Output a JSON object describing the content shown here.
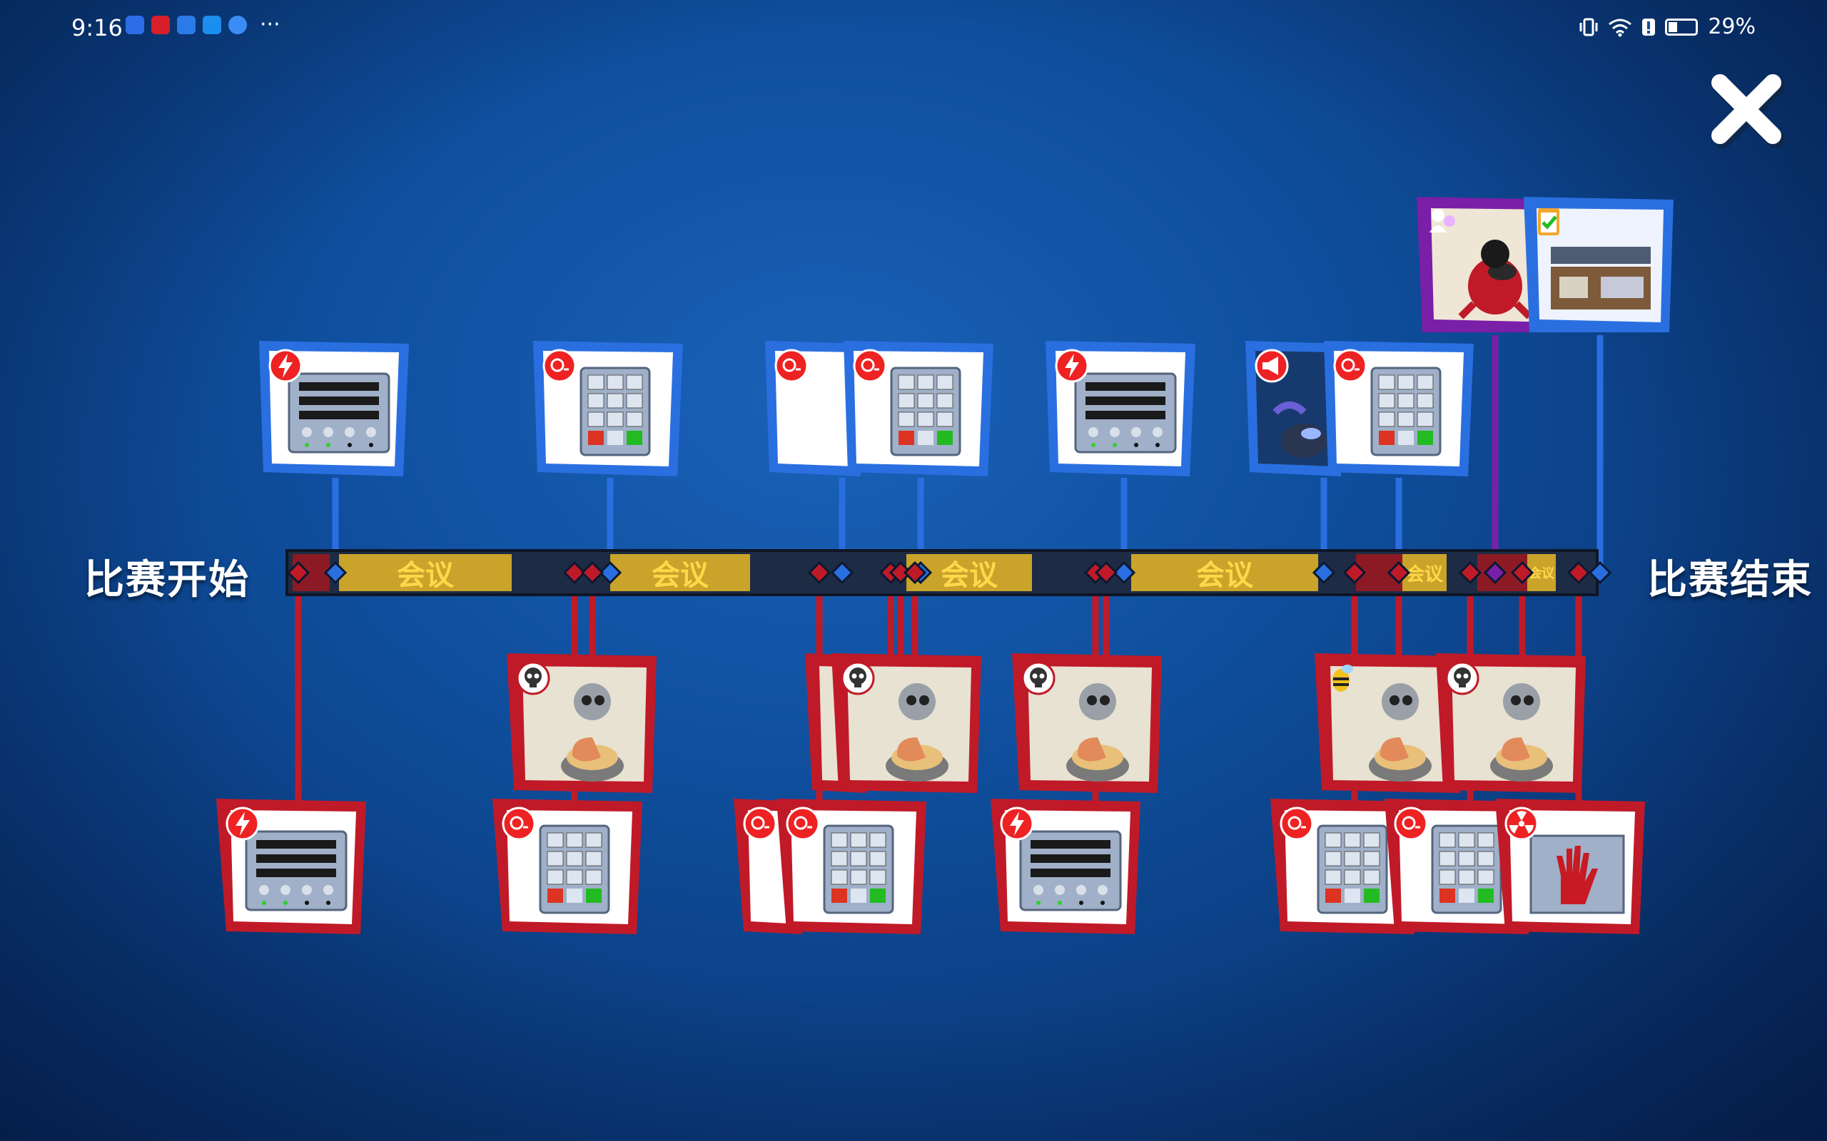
{
  "status_bar": {
    "time": "9:16",
    "battery": "29%",
    "more": "···"
  },
  "labels": {
    "start": "比赛开始",
    "end": "比赛结束"
  },
  "meeting": {
    "label": "会议"
  },
  "timeline": {
    "blue_cards": [
      {
        "type": "power",
        "icon": "lightning-icon",
        "task": "electrical-panel"
      },
      {
        "type": "o2",
        "icon": "o2-icon",
        "task": "keypad"
      },
      {
        "type": "o2",
        "icon": "o2-icon",
        "task": "keypad"
      },
      {
        "type": "o2",
        "icon": "o2-icon",
        "task": "keypad"
      },
      {
        "type": "power",
        "icon": "lightning-icon",
        "task": "electrical-panel"
      },
      {
        "type": "report",
        "icon": "megaphone-icon",
        "task": "report-body"
      },
      {
        "type": "o2",
        "icon": "o2-icon",
        "task": "keypad"
      },
      {
        "type": "vote",
        "icon": "vote-icon",
        "task": "ejected"
      },
      {
        "type": "tasks",
        "icon": "clipboard-icon",
        "task": "task-complete"
      }
    ],
    "red_kill_cards": [
      {
        "icon": "skull-icon",
        "task": "kill"
      },
      {
        "icon": "skull-icon",
        "task": "kill"
      },
      {
        "icon": "skull-icon",
        "task": "kill"
      },
      {
        "icon": "skull-icon",
        "task": "kill"
      },
      {
        "icon": "skull-icon",
        "task": "kill"
      },
      {
        "icon": "skull-icon",
        "task": "kill"
      }
    ],
    "red_sabotage_cards": [
      {
        "icon": "lightning-icon",
        "task": "electrical-panel"
      },
      {
        "icon": "o2-icon",
        "task": "keypad"
      },
      {
        "icon": "o2-icon",
        "task": "keypad"
      },
      {
        "icon": "o2-icon",
        "task": "keypad"
      },
      {
        "icon": "lightning-icon",
        "task": "electrical-panel"
      },
      {
        "icon": "o2-icon",
        "task": "keypad"
      },
      {
        "icon": "o2-icon",
        "task": "keypad"
      },
      {
        "icon": "radiation-icon",
        "task": "reactor-handprint"
      }
    ]
  },
  "colors": {
    "crew": "#2a6fe0",
    "impostor": "#c01a28",
    "vote": "#7a1fa8",
    "meeting": "#c9a32a"
  }
}
